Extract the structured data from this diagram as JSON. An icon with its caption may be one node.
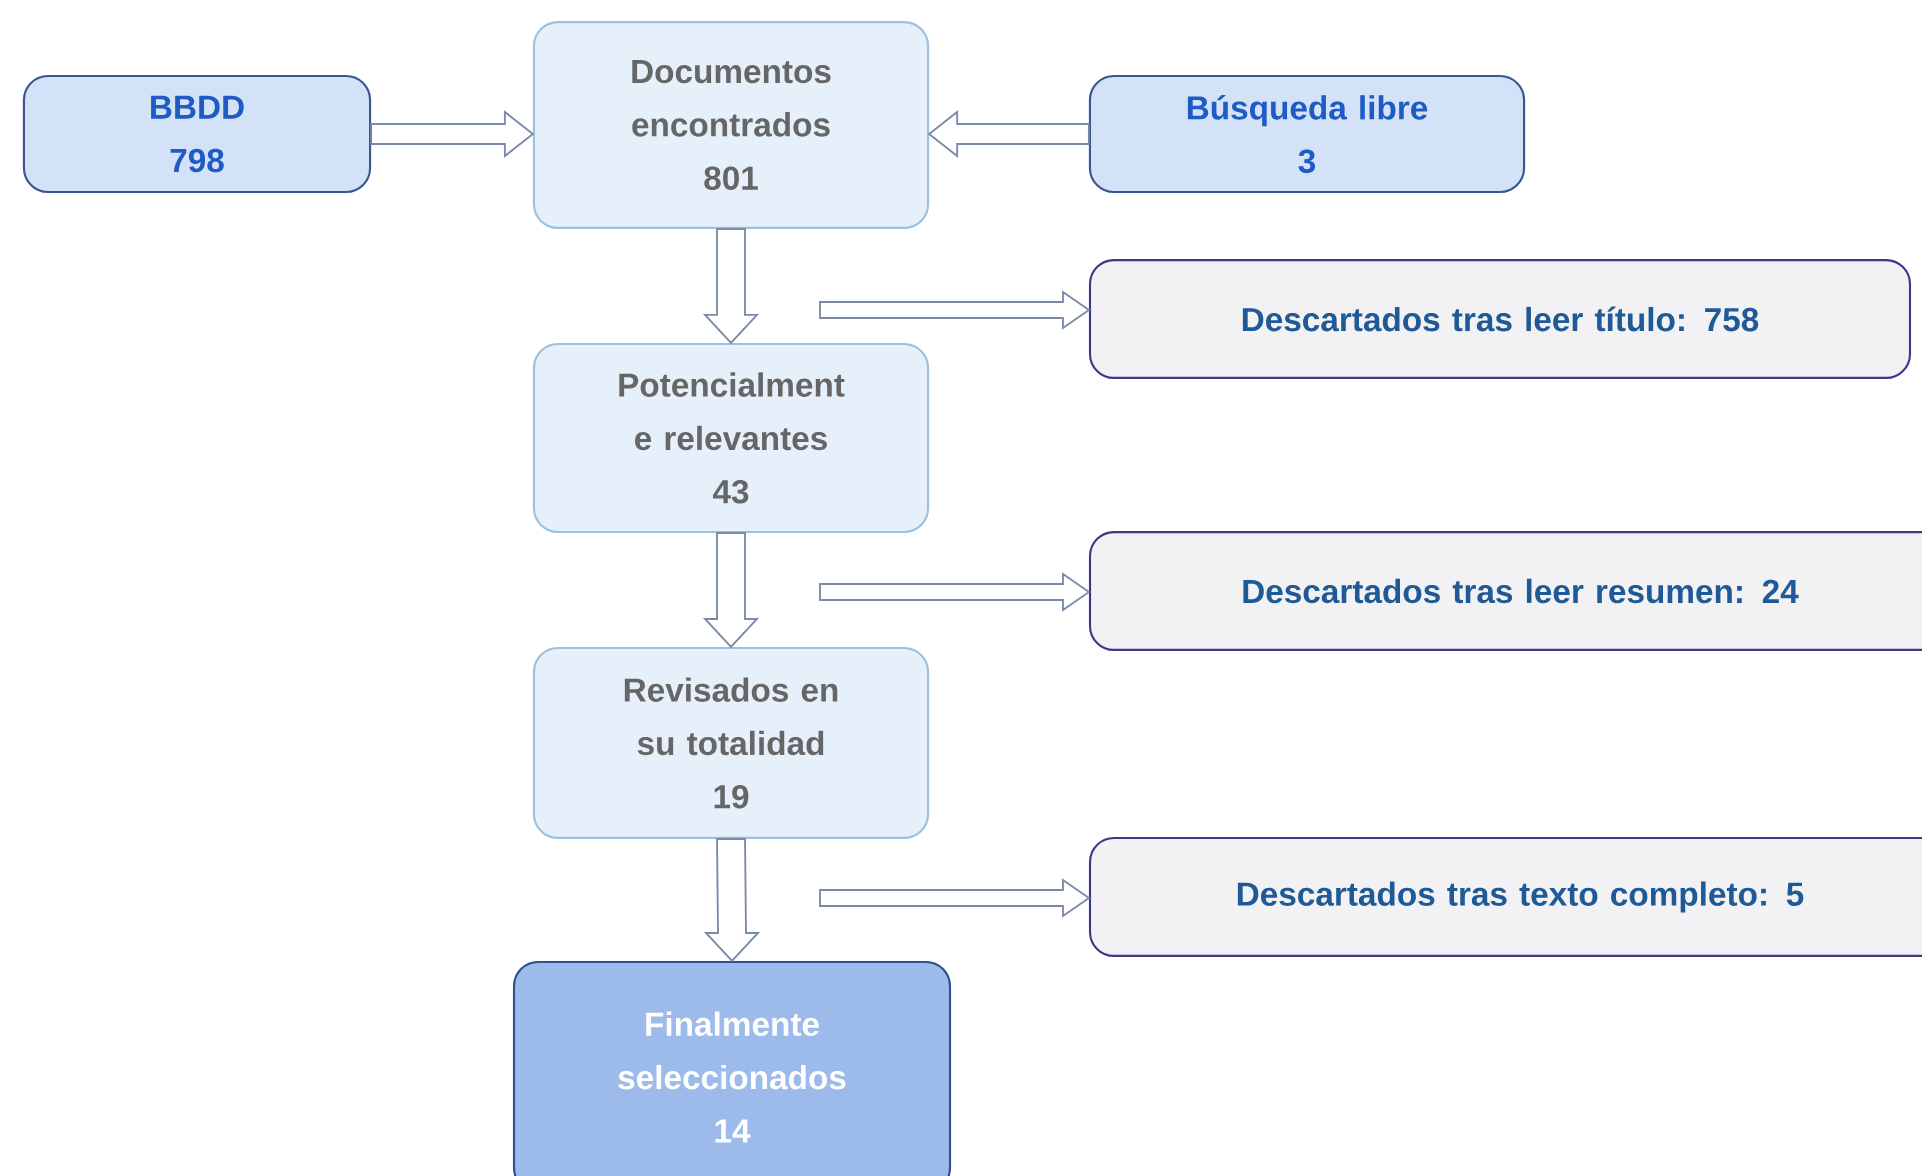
{
  "diagram": {
    "nodes": [
      {
        "text": [
          "BBDD",
          "798"
        ]
      },
      {
        "text": [
          "Documentos encontrados",
          "801"
        ]
      },
      {
        "text": [
          "Búsqueda libre",
          "3"
        ]
      },
      {
        "text": [
          "Descartados tras leer título: 758"
        ]
      },
      {
        "text": [
          "Potencialment e relevantes",
          "43"
        ]
      },
      {
        "text": [
          "Descartados tras leer resumen: 24"
        ]
      },
      {
        "text": [
          "Revisados en su totalidad",
          "19"
        ]
      },
      {
        "text": [
          "Descartados tras texto completo: 5"
        ]
      },
      {
        "text": [
          "Finalmente seleccionados",
          "14"
        ]
      }
    ],
    "edges": [
      {
        "from": 0,
        "to": 1,
        "arrow": "to"
      },
      {
        "from": 2,
        "to": 1,
        "arrow": "to"
      },
      {
        "from": 1,
        "to": 4,
        "arrow": "to"
      },
      {
        "from": null,
        "to": 3,
        "arrow": "to"
      },
      {
        "from": 4,
        "to": 6,
        "arrow": "to"
      },
      {
        "from": null,
        "to": 5,
        "arrow": "to"
      },
      {
        "from": 6,
        "to": 8,
        "arrow": "to"
      },
      {
        "from": null,
        "to": 7,
        "arrow": "to"
      }
    ]
  }
}
